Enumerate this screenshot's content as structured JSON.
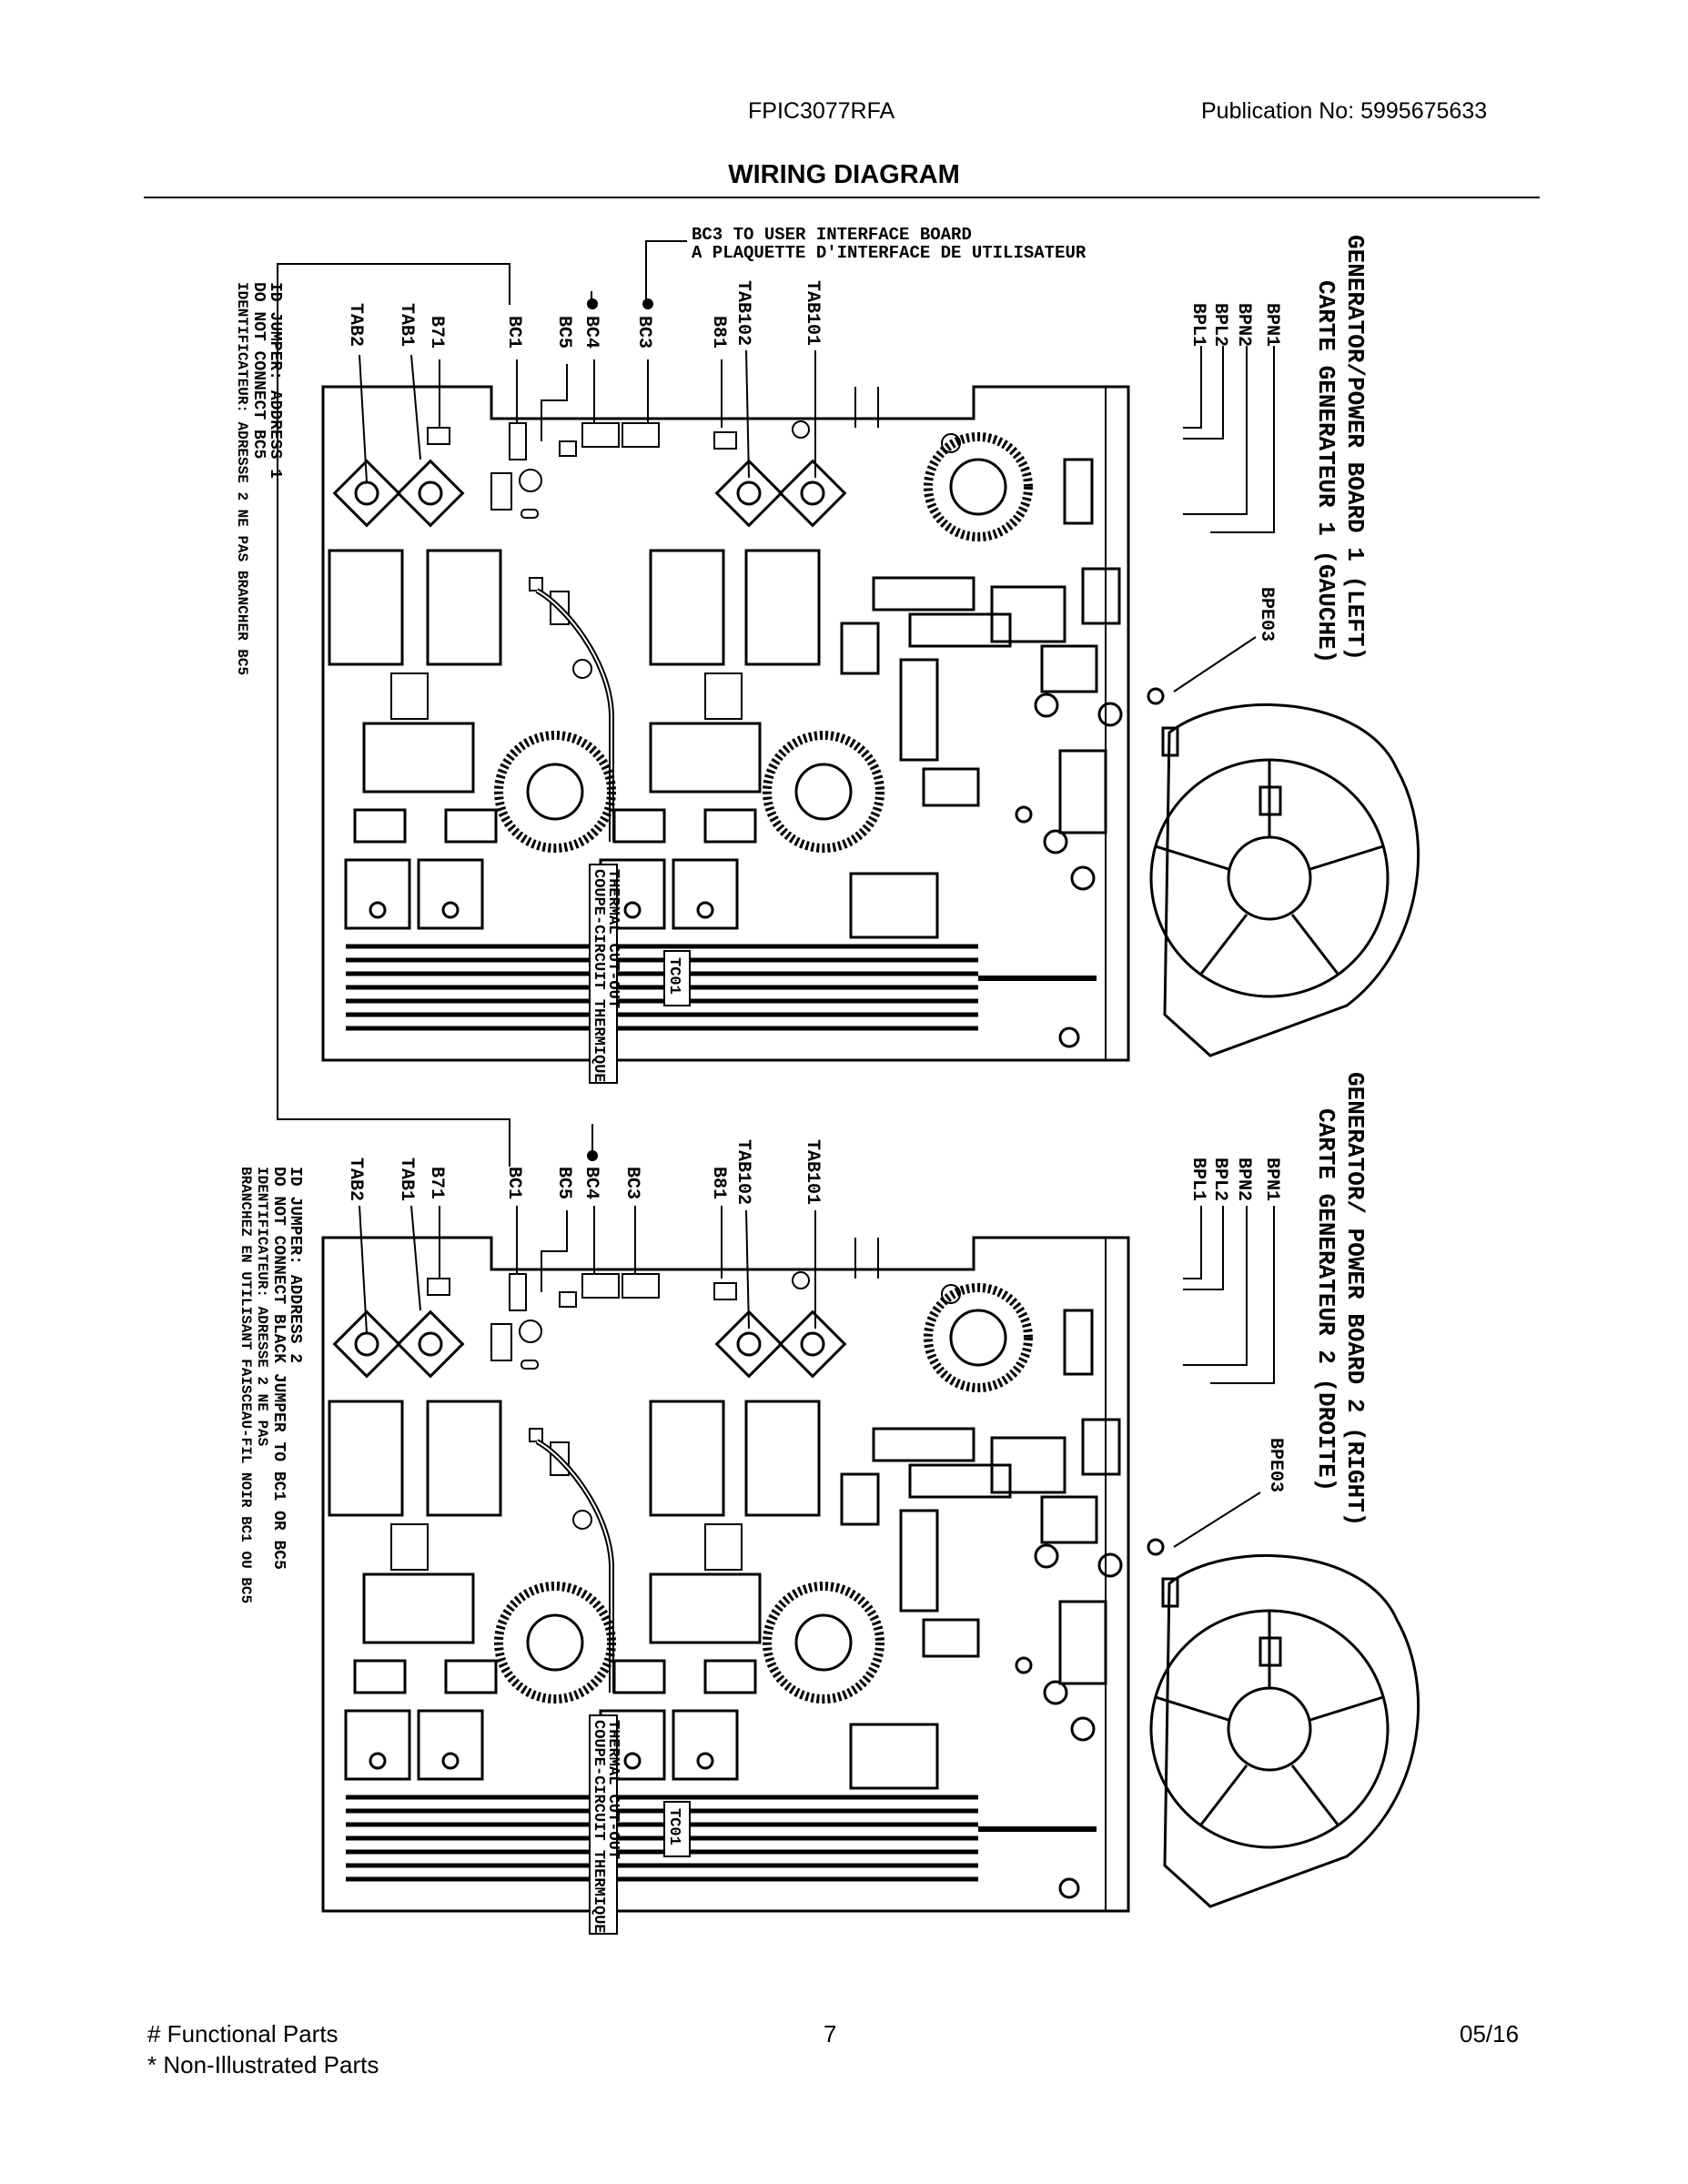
{
  "header": {
    "model": "FPIC3077RFA",
    "publication": "Publication No:  5995675633",
    "title": "WIRING DIAGRAM"
  },
  "diagram": {
    "bc3_note": {
      "bc3": "BC3",
      "line1": " TO USER INTERFACE BOARD",
      "line2": "A PLAQUETTE D'INTERFACE DE UTILISATEUR"
    },
    "board1": {
      "title_en": "GENERATOR/POWER BOARD 1 (LEFT)",
      "title_fr": "CARTE GENERATEUR 1 (GAUCHE)",
      "jumper": {
        "line1": "ID JUMPER: ADDRESS 1",
        "line2a": "DO NOT CONNECT ",
        "line2b": "BC5",
        "line3a": "IDENTIFICATEUR: ADRESSE 2 NE PAS BRANCHER ",
        "line3b": "BC5"
      },
      "connectors": {
        "tab2": "TAB2",
        "tab1": "TAB1",
        "b71": "B71",
        "bc1": "BC1",
        "bc5": "BC5",
        "bc4": "BC4",
        "bc3": "BC3",
        "b81": "B81",
        "tab102": "TAB102",
        "tab101": "TAB101",
        "bpn1": "BPN1",
        "bpn2": "BPN2",
        "bpl2": "BPL2",
        "bpl1": "BPL1",
        "bpe03": "BPE03"
      },
      "thermal_en": "THERMAL CUT-OUT",
      "thermal_fr": "COUPE-CIRCUIT THERMIQUE",
      "tc01": "TC01"
    },
    "board2": {
      "title_en": "GENERATOR/ POWER BOARD 2 (RIGHT)",
      "title_fr": "CARTE GENERATEUR 2 (DROITE)",
      "jumper": {
        "line1": "ID JUMPER: ADDRESS 2",
        "line2a": "DO NOT CONNECT BLACK JUMPER TO ",
        "line2b": "BC1 OR BC5",
        "line3": "IDENTIFICATEUR: ADRESSE 2 NE PAS",
        "line4a": "BRANCHEZ EN UTILISANT FAISCEAU-FIL NOIR ",
        "line4b": "BC1 OU BC5"
      },
      "connectors": {
        "tab2": "TAB2",
        "tab1": "TAB1",
        "b71": "B71",
        "bc1": "BC1",
        "bc5": "BC5",
        "bc4": "BC4",
        "bc3": "BC3",
        "b81": "B81",
        "tab102": "TAB102",
        "tab101": "TAB101",
        "bpn1": "BPN1",
        "bpn2": "BPN2",
        "bpl2": "BPL2",
        "bpl1": "BPL1",
        "bpe03": "BPE03"
      },
      "thermal_en": "THERMAL CUT-OUT",
      "thermal_fr": "COUPE-CIRCUIT THERMIQUE",
      "tc01": "TC01"
    }
  },
  "footer": {
    "functional": "# Functional Parts",
    "non_illustrated": "* Non-Illustrated Parts",
    "page": "7",
    "date": "05/16"
  }
}
